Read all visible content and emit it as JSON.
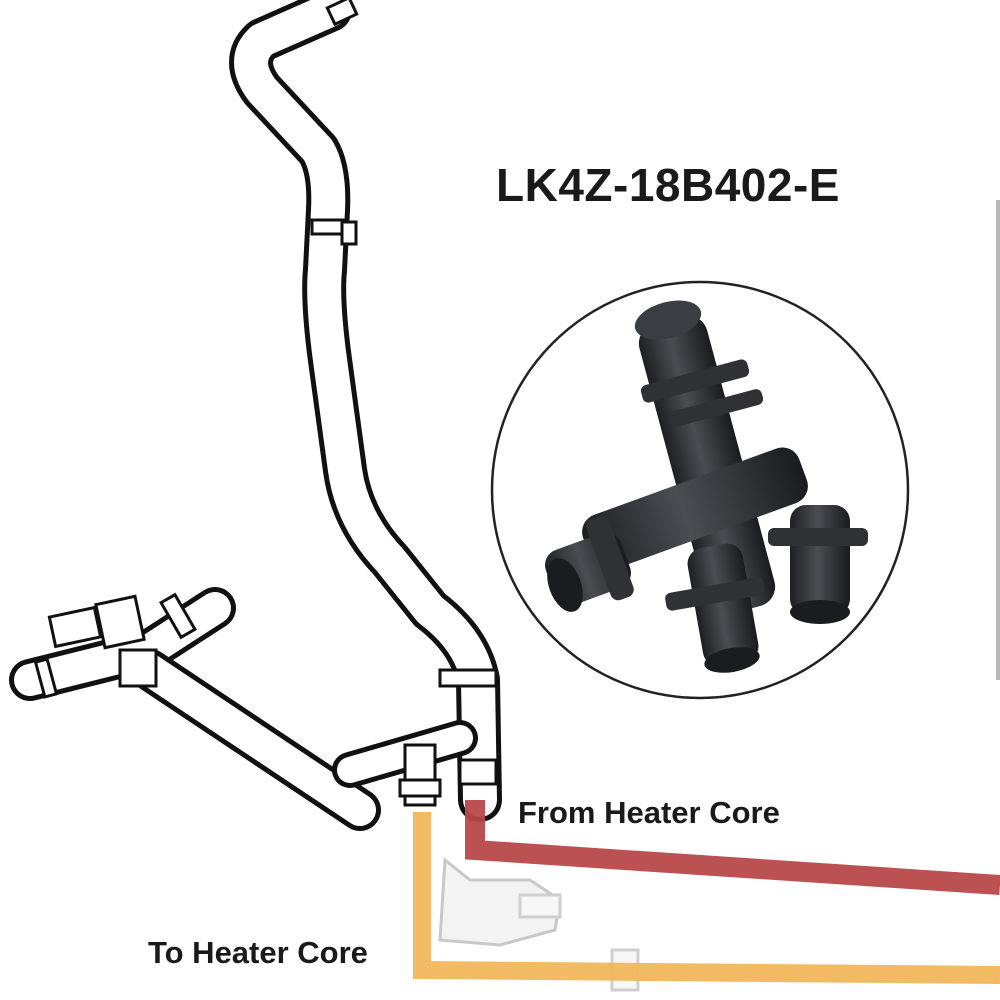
{
  "labels": {
    "part_number": "LK4Z-18B402-E",
    "from_heater_core": "From Heater Core",
    "to_heater_core": "To Heater Core"
  },
  "colors": {
    "outline": "#111111",
    "from_line": "#b8484a",
    "to_line": "#f0b65b",
    "circle_border": "#222222",
    "part_body": "#2a2c30"
  }
}
